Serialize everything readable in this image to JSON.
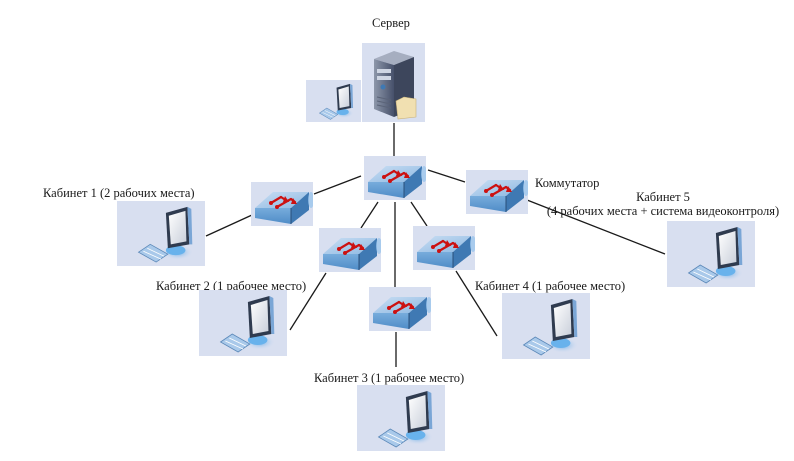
{
  "title": "Сетевая топология: звезда",
  "nodes": {
    "server": {
      "label": "Сервер",
      "icon": "server-icon"
    },
    "admin_pc": {
      "label": "",
      "icon": "workstation-icon"
    },
    "core_switch": {
      "label": "",
      "icon": "switch-icon"
    },
    "switch5_label": "Коммутатор",
    "cabinets": [
      {
        "label": "Кабинет 1 (2 рабочих места)",
        "icon": "workstation-icon"
      },
      {
        "label": "Кабинет 2 (1 рабочее место)",
        "icon": "workstation-icon"
      },
      {
        "label": "Кабинет 3 (1 рабочее место)",
        "icon": "workstation-icon"
      },
      {
        "label": "Кабинет 4 (1 рабочее место)",
        "icon": "workstation-icon"
      },
      {
        "label_line1": "Кабинет 5",
        "label_line2": "(4 рабочих места + система видеоконтроля)",
        "icon": "workstation-icon"
      }
    ]
  },
  "colors": {
    "tile_bg": "#d8dff0",
    "link": "#1a1a1a",
    "switch_top": "#9cc2e6",
    "switch_side": "#5f9bd1",
    "arrow": "#cc1111"
  }
}
